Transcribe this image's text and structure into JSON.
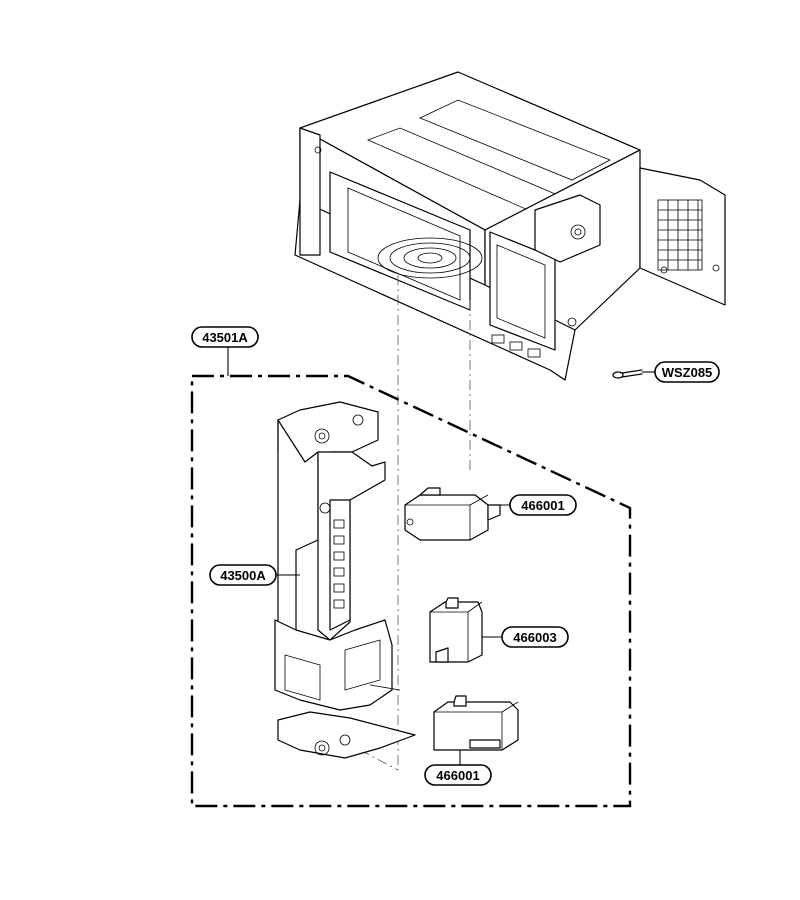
{
  "parts": [
    {
      "id": "cavity",
      "label": ""
    },
    {
      "id": "latch_board_assembly",
      "label": "43501A"
    },
    {
      "id": "latch_board",
      "label": "43500A"
    },
    {
      "id": "switch_primary",
      "label": "466001"
    },
    {
      "id": "switch_monitor",
      "label": "466003"
    },
    {
      "id": "switch_secondary",
      "label": "466001"
    },
    {
      "id": "screw",
      "label": "WSZ085"
    }
  ],
  "callouts": {
    "assembly": "43501A",
    "latch_board": "43500A",
    "switch_top": "466001",
    "switch_middle": "466003",
    "switch_bottom": "466001",
    "screw": "WSZ085"
  }
}
